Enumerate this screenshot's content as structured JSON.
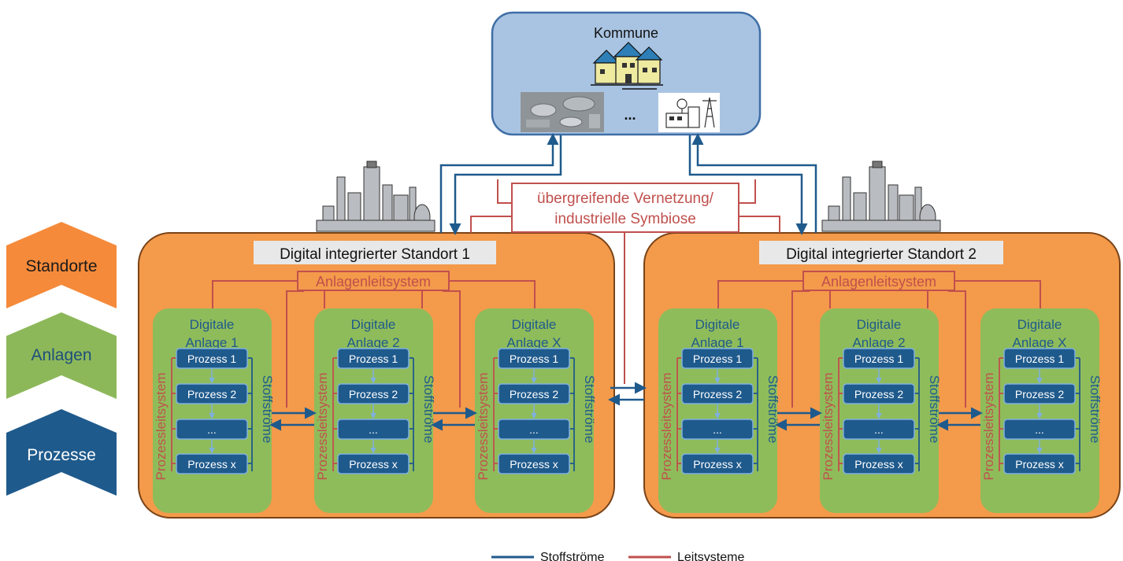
{
  "colors": {
    "flow": "#1f5a8c",
    "control": "#c0504d",
    "site_fill": "#f49a4b",
    "site_stroke": "#7a4317",
    "plant_fill": "#8fbc5a",
    "process_fill": "#1f5a8c",
    "process_stroke": "#7fb0e0",
    "kommune_fill": "#a9c4e2",
    "kommune_stroke": "#3f6ea6",
    "chevron_sites": "#f58a3a",
    "chevron_plants": "#8db85a",
    "chevron_processes": "#1f5a8c"
  },
  "kommune": {
    "title": "Kommune",
    "ellipsis": "...",
    "icons": [
      "houses-icon",
      "treatment-plant-photo",
      "power-plant-icon"
    ]
  },
  "network_label": {
    "line1": "übergreifende Vernetzung/",
    "line2": "industrielle Symbiose"
  },
  "levels": [
    {
      "label": "Standorte"
    },
    {
      "label": "Anlagen"
    },
    {
      "label": "Prozesse"
    }
  ],
  "sites": [
    {
      "title": "Digital integrierter Standort 1",
      "control_label": "Anlagenleitsystem",
      "plants": [
        {
          "title1": "Digitale",
          "title2": "Anlage 1"
        },
        {
          "title1": "Digitale",
          "title2": "Anlage 2"
        },
        {
          "title1": "Digitale",
          "title2": "Anlage X"
        }
      ]
    },
    {
      "title": "Digital integrierter Standort 2",
      "control_label": "Anlagenleitsystem",
      "plants": [
        {
          "title1": "Digitale",
          "title2": "Anlage 1"
        },
        {
          "title1": "Digitale",
          "title2": "Anlage 2"
        },
        {
          "title1": "Digitale",
          "title2": "Anlage X"
        }
      ]
    }
  ],
  "plant_labels": {
    "process_control": "Prozessleitsystem",
    "material_flows": "Stoffströme",
    "processes": [
      "Prozess 1",
      "Prozess 2",
      "...",
      "Prozess x"
    ]
  },
  "legend": {
    "flows": "Stoffströme",
    "control": "Leitsysteme"
  }
}
